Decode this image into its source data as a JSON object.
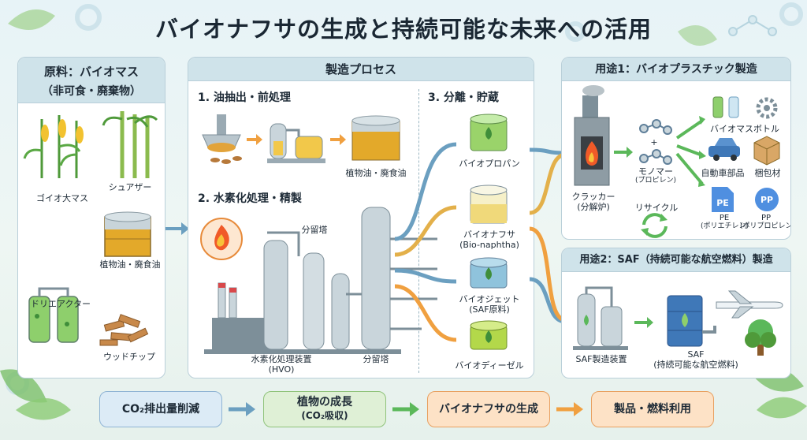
{
  "title": "バイオナフサの生成と持続可能な未来への活用",
  "raw": {
    "header_line1": "原料：バイオマス",
    "header_line2": "（非可食・廃棄物）",
    "items": [
      "ゴイオ大マス",
      "シュアザー",
      "植物油・廃食油",
      "ドリエアクター",
      "ウッドチップ"
    ]
  },
  "process": {
    "header": "製造プロセス",
    "step1": {
      "title": "1. 油抽出・前処理",
      "label": "植物油・廃食油"
    },
    "step2": {
      "title": "2. 水素化処理・精製",
      "tower_label": "分留塔",
      "unit_label_line1": "水素化処理装置",
      "unit_label_line2": "(HVO)",
      "tower_label_bottom": "分留塔"
    },
    "step3": {
      "title": "3. 分離・貯蔵",
      "tanks": [
        {
          "line1": "バイオプロパン",
          "line2": ""
        },
        {
          "line1": "バイオナフサ",
          "line2": "(Bio-naphtha)"
        },
        {
          "line1": "バイオジェット",
          "line2": "(SAF原料)"
        },
        {
          "line1": "バイオディーゼル",
          "line2": ""
        }
      ]
    }
  },
  "use1": {
    "header": "用途1：バイオプラスチック製造",
    "cracker_line1": "クラッカー",
    "cracker_line2": "(分解炉)",
    "monomer_line1": "モノマー",
    "monomer_line2": "(プロピレン)",
    "recycle": "リサイクル",
    "products": [
      "バイオマスボトル",
      "自動車部品",
      "梱包材"
    ],
    "pe_icon": "PE",
    "pp_icon": "PP",
    "pe_line1": "PE",
    "pe_line2": "(ポリエチレン)",
    "pp_line1": "PP",
    "pp_line2": "(ポリプロピレン)"
  },
  "use2": {
    "header": "用途2：SAF（持続可能な航空燃料）製造",
    "device": "SAF製造装置",
    "fuel_line1": "SAF",
    "fuel_line2": "(持続可能な航空燃料)"
  },
  "cycle": [
    {
      "line1": "CO₂排出量削減",
      "line2": ""
    },
    {
      "line1": "植物の成長",
      "line2": "(CO₂吸収)"
    },
    {
      "line1": "バイオナフサの生成",
      "line2": ""
    },
    {
      "line1": "製品・燃料利用",
      "line2": ""
    }
  ],
  "colors": {
    "green_arrow": "#5bb85a",
    "blue_arrow": "#6b9fc0",
    "orange_arrow": "#f0a040",
    "gold_arrow": "#e3b04a"
  }
}
